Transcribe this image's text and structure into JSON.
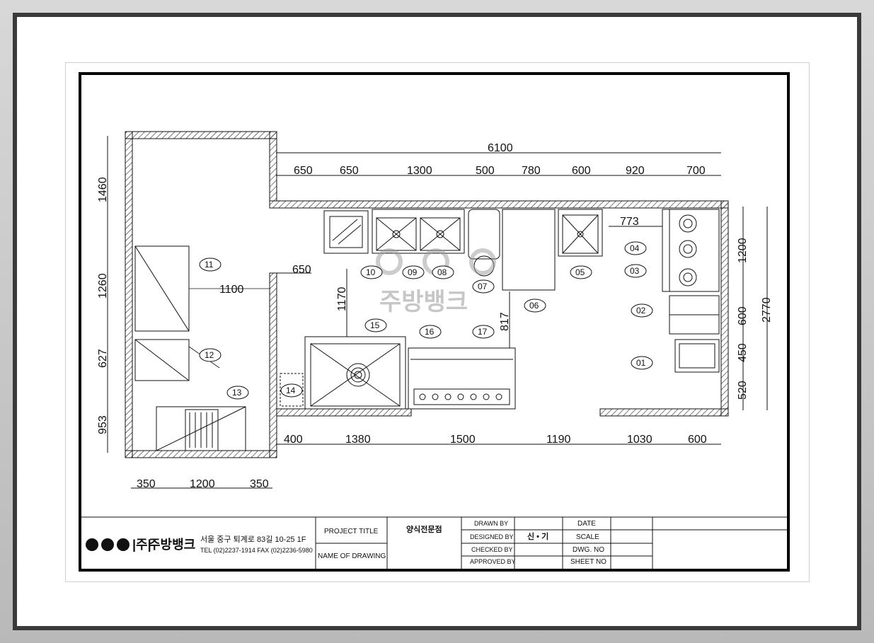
{
  "dimensions": {
    "total_top": "6100",
    "top_segments": [
      "650",
      "650",
      "1300",
      "500",
      "780",
      "600",
      "920",
      "700"
    ],
    "left_vertical": [
      "1460",
      "1260",
      "627",
      "953"
    ],
    "right_vertical": [
      "1200",
      "600",
      "450",
      "520"
    ],
    "right_total": "2770",
    "bottom_segments": [
      "400",
      "1380",
      "1500",
      "1190",
      "1030",
      "600"
    ],
    "bottom_left": [
      "350",
      "1200",
      "350"
    ],
    "inner_1100": "1100",
    "inner_650": "650",
    "inner_1170": "1170",
    "inner_817": "817",
    "inner_773": "773"
  },
  "tags": [
    "01",
    "02",
    "03",
    "04",
    "05",
    "06",
    "07",
    "08",
    "09",
    "10",
    "11",
    "12",
    "13",
    "14",
    "15",
    "16",
    "17"
  ],
  "watermark": "주방뱅크",
  "title_block": {
    "company_prefix": "|주|",
    "company_name": "주방뱅크",
    "address": "서울 중구 퇴계로 83길 10-25 1F",
    "tel": "TEL (02)2237-1914 FAX (02)2236-5980",
    "project_title_label": "PROJECT TITLE",
    "project_title_value": "양식전문점",
    "name_of_drawing_label": "NAME OF DRAWING",
    "drawn_by_label": "DRAWN BY",
    "designed_by_label": "DESIGNED BY",
    "designed_by_value": "신 • 기",
    "checked_by_label": "CHECKED BY",
    "approved_by_label": "APPROVED BY",
    "date_label": "DATE",
    "scale_label": "SCALE",
    "dwg_no_label": "DWG. NO",
    "sheet_no_label": "SHEET NO"
  }
}
